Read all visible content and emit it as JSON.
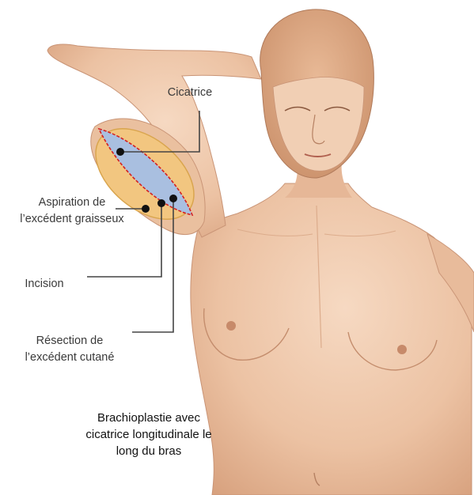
{
  "colors": {
    "background": "#ffffff",
    "skin": "#edc4a6",
    "skin_shadow": "#d9a381",
    "outline": "#a9785c",
    "fat_zone": "#f2c680",
    "excess_skin": "#a9bfe0",
    "incision_line": "#d42020",
    "marker": "#111111",
    "leader_line": "#444444"
  },
  "labels": {
    "scar": "Cicatrice",
    "liposuction": [
      "Aspiration de",
      "l’excédent graisseux"
    ],
    "incision": "Incision",
    "resection": [
      "Résection de",
      "l’excédent cutané"
    ]
  },
  "caption": [
    "Brachioplastie avec",
    "cicatrice longitudinale le",
    "long du bras"
  ],
  "icons": {
    "illustration": "upper-body-raised-arm-illustration",
    "marker": "dot-marker"
  }
}
